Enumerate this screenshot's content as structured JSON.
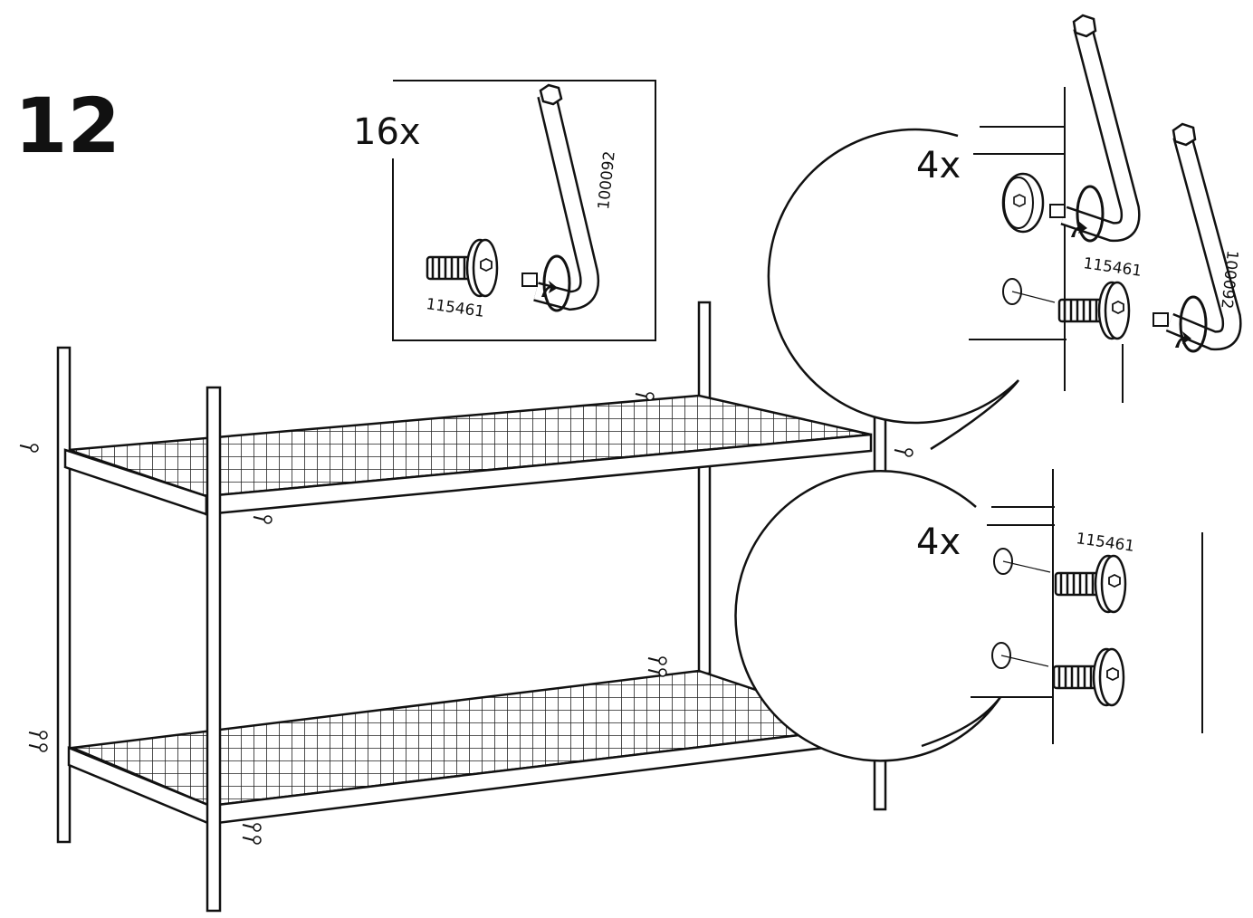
{
  "step_number": "12",
  "detail_box": {
    "quantity": "16x",
    "bolt_part": "115461",
    "key_part": "100092"
  },
  "callout_upper": {
    "quantity": "4x",
    "bolt_part": "115461",
    "key_part": "100092"
  },
  "callout_lower": {
    "quantity": "4x",
    "bolt_part": "115461"
  }
}
